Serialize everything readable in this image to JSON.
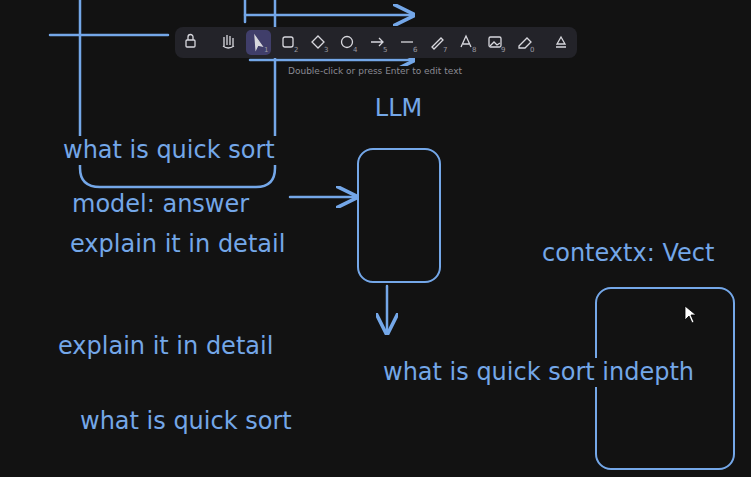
{
  "diagram": {
    "nodes": [
      {
        "text": [
          "LLM"
        ]
      },
      {
        "text": [
          "contextx: Vect"
        ]
      }
    ],
    "labels": [
      "Double-click or press Enter to edit text",
      "1",
      "2",
      "3",
      "4",
      "5",
      "6",
      "7",
      "8",
      "9",
      "0",
      "what is quick sort",
      "model: answer",
      "explain it in detail",
      "explain it in detail",
      "what is quick sort",
      "what is quick sort indepth"
    ]
  }
}
